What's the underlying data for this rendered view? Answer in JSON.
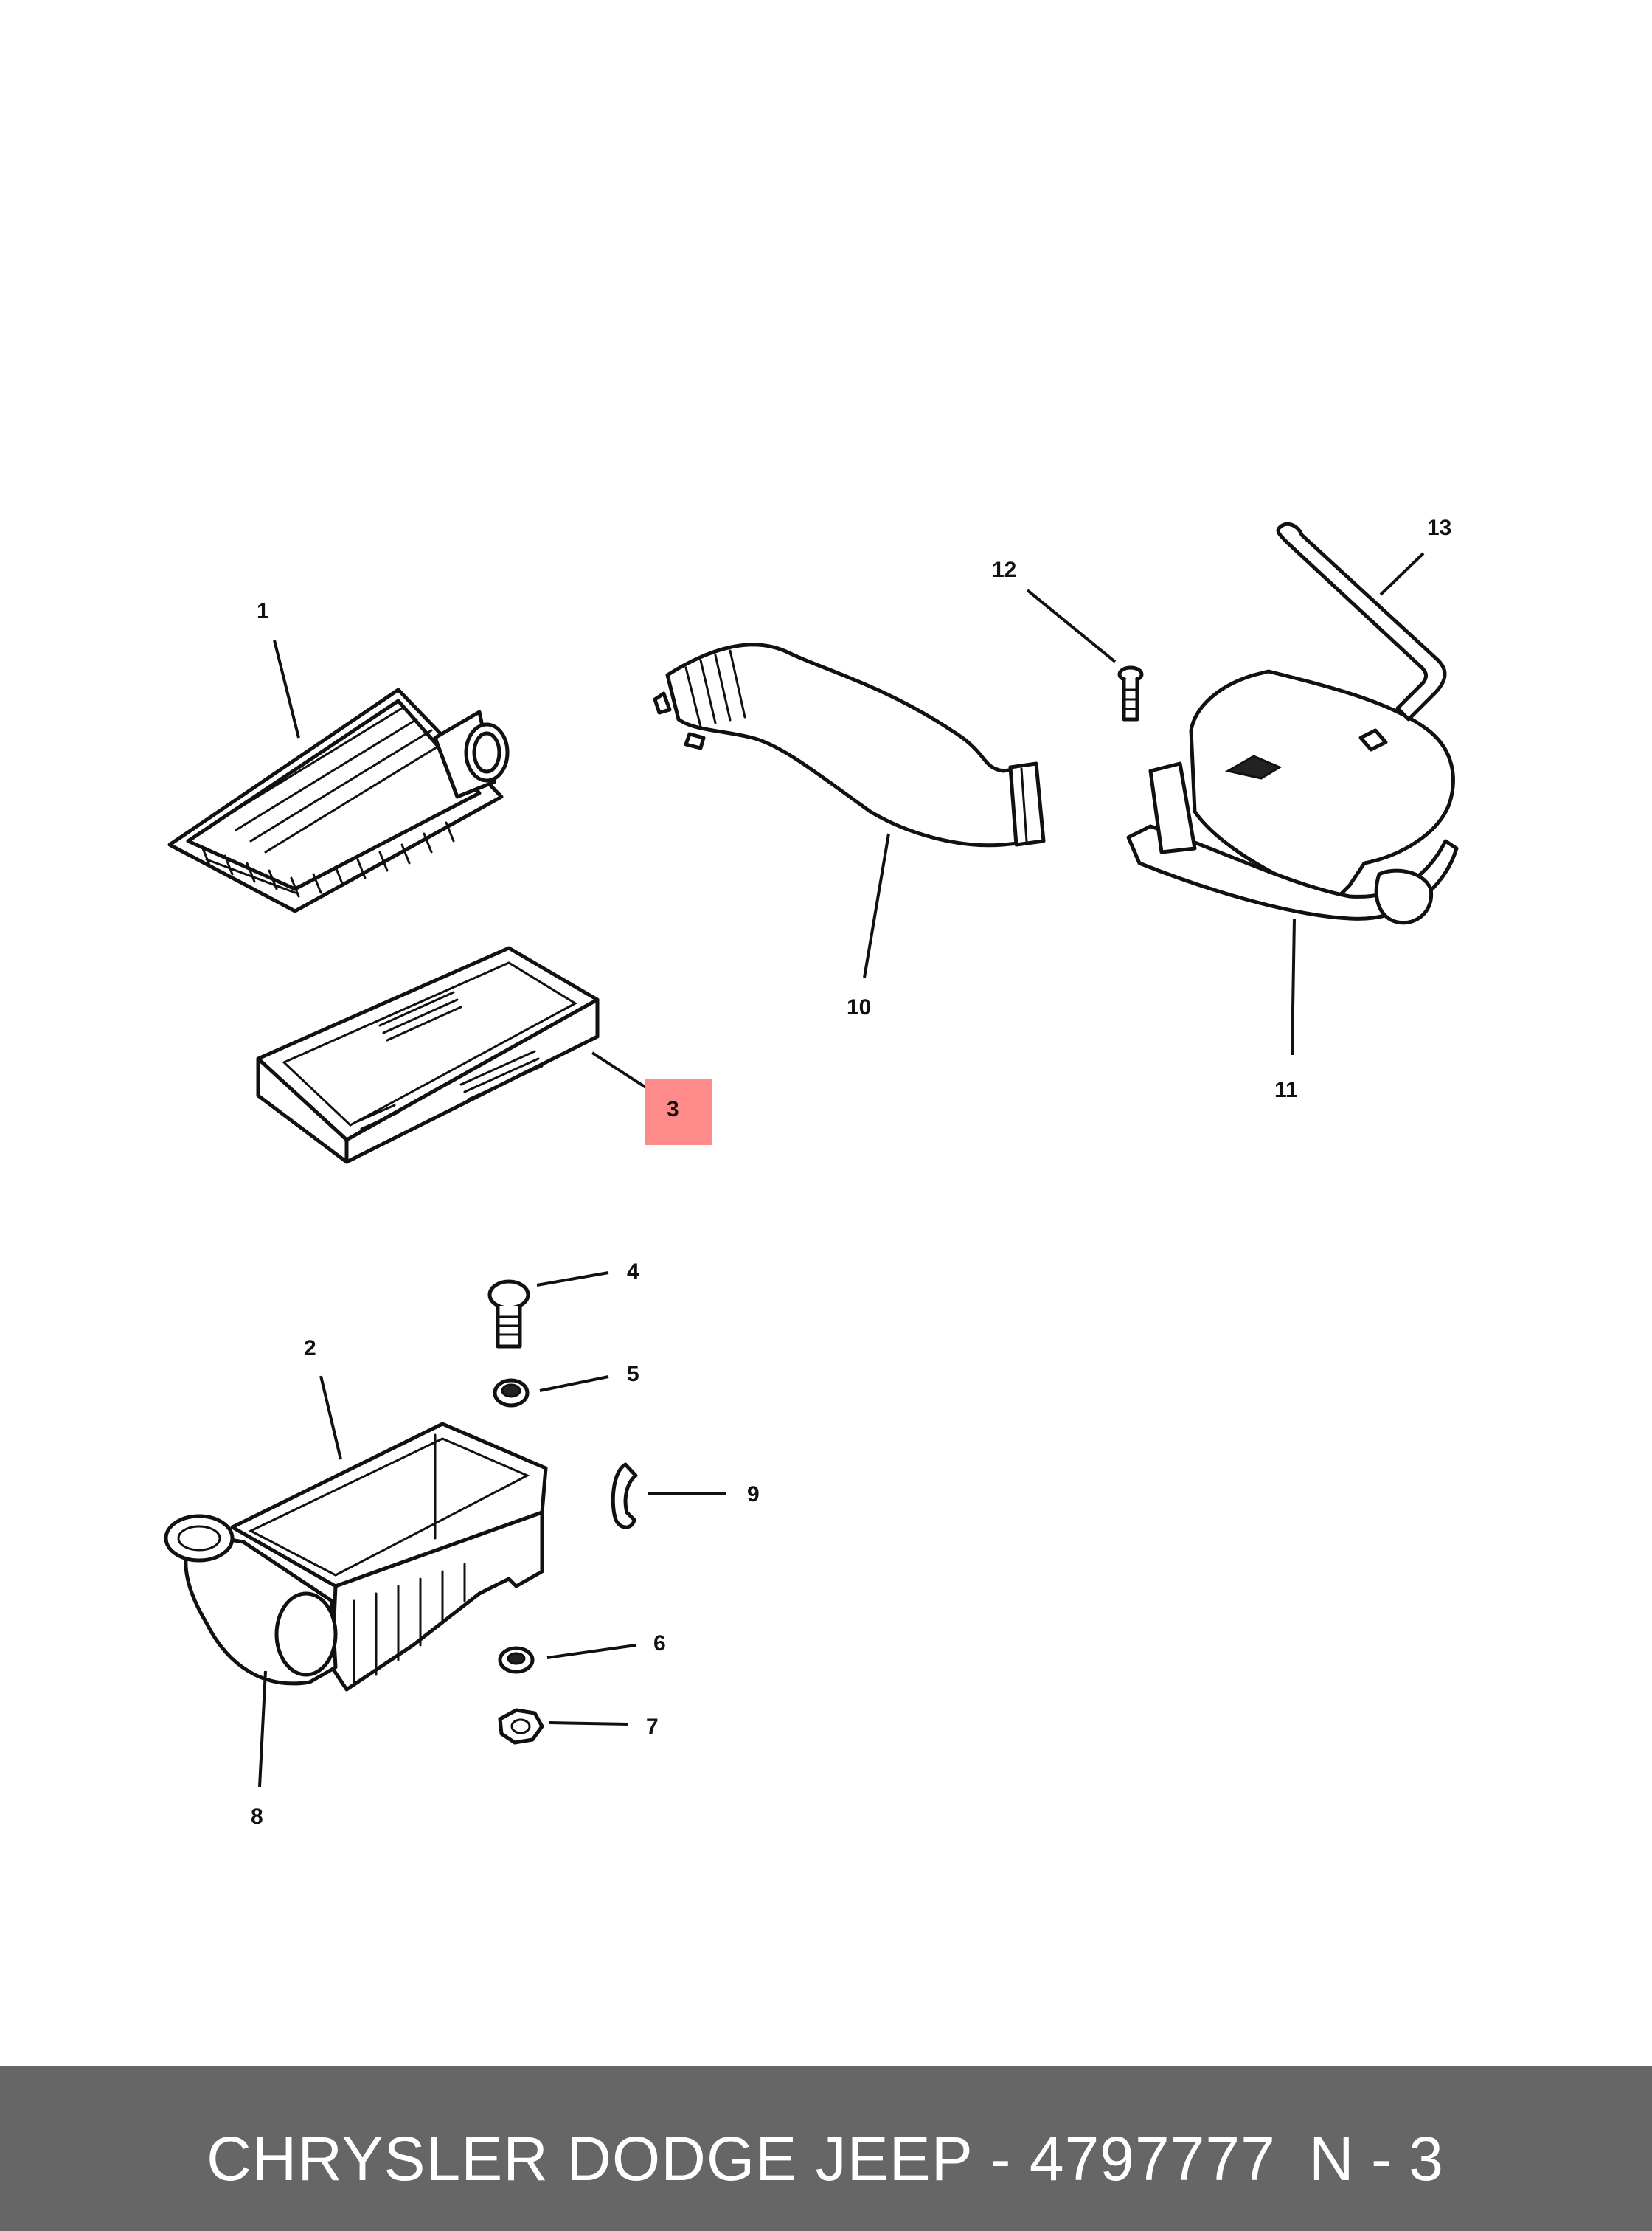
{
  "diagram": {
    "callouts": {
      "c1": "1",
      "c2": "2",
      "c3": "3",
      "c4": "4",
      "c5": "5",
      "c6": "6",
      "c7": "7",
      "c8": "8",
      "c9": "9",
      "c10": "10",
      "c11": "11",
      "c12": "12",
      "c13": "13"
    },
    "highlighted_callout": "3",
    "highlight_color": "#ff8a8a"
  },
  "footer": {
    "title": "CHRYSLER DODGE JEEP - 4797777",
    "ref": "N - 3",
    "background": "#666666",
    "text_color": "#ffffff"
  }
}
